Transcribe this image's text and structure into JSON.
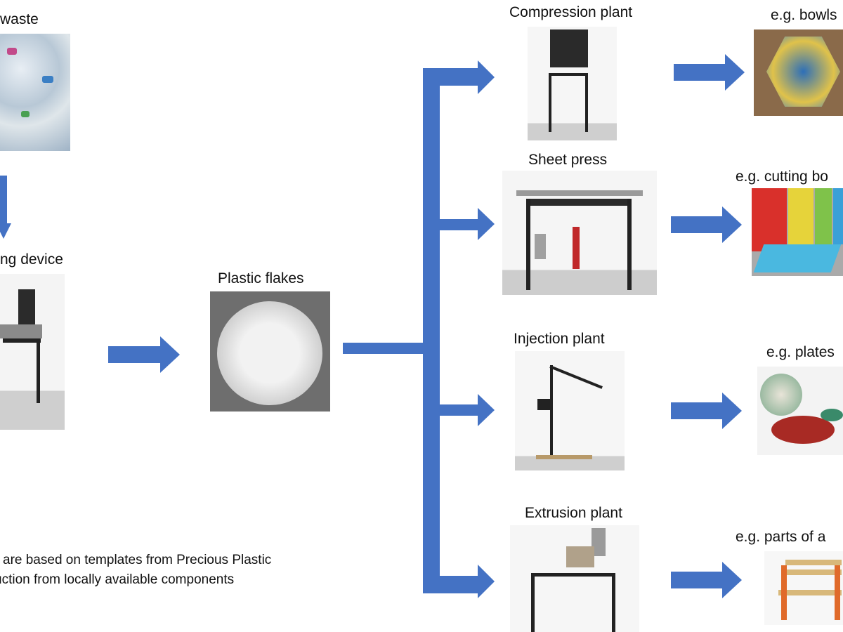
{
  "colors": {
    "arrow": "#4472C4",
    "background": "#FFFFFF"
  },
  "left_column": {
    "waste_label": "waste",
    "device_label": "ng device"
  },
  "center": {
    "flakes_label": "Plastic flakes"
  },
  "machines": [
    {
      "label": "Compression plant"
    },
    {
      "label": "Sheet press"
    },
    {
      "label": "Injection plant"
    },
    {
      "label": "Extrusion plant"
    }
  ],
  "products": [
    {
      "label": "e.g. bowls"
    },
    {
      "label": "e.g. cutting bo"
    },
    {
      "label": "e.g. plates"
    },
    {
      "label": "e.g. parts of a"
    }
  ],
  "note": {
    "line1": "are based on templates from Precious Plastic",
    "line2": "uction from locally available components"
  }
}
